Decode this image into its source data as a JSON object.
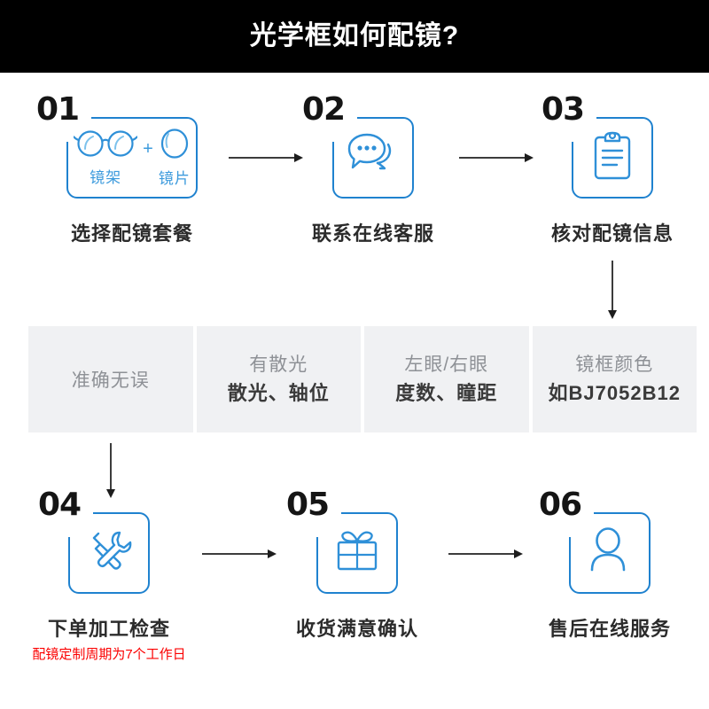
{
  "header": {
    "title": "光学框如何配镜?"
  },
  "colors": {
    "accent_blue": "#1f82cf",
    "light_blue": "#3d9bdd",
    "banner_bg": "#000000",
    "band_bg": "#f0f1f3",
    "note_red": "#fb0000",
    "caption_dark": "#2b2b2b",
    "band_label_gray": "#8e9196"
  },
  "steps": [
    {
      "number": "01",
      "caption": "选择配镜套餐",
      "icon": "glasses-and-lens-icon",
      "parts": [
        {
          "label": "镜架",
          "icon": "eyeglass-frame-icon"
        },
        {
          "label": "镜片",
          "icon": "lens-icon"
        }
      ],
      "plus": "+"
    },
    {
      "number": "02",
      "caption": "联系在线客服",
      "icon": "chat-bubble-icon"
    },
    {
      "number": "03",
      "caption": "核对配镜信息",
      "icon": "clipboard-icon"
    },
    {
      "number": "04",
      "caption": "下单加工检查",
      "icon": "tools-hammer-wrench-icon",
      "note": "配镜定制周期为7个工作日"
    },
    {
      "number": "05",
      "caption": "收货满意确认",
      "icon": "gift-box-icon"
    },
    {
      "number": "06",
      "caption": "售后在线服务",
      "icon": "user-person-icon"
    }
  ],
  "info_band": {
    "cells": [
      {
        "top": "准确无误",
        "bottom": ""
      },
      {
        "top": "有散光",
        "bottom": "散光、轴位"
      },
      {
        "top": "左眼/右眼",
        "bottom": "度数、瞳距"
      },
      {
        "top": "镜框颜色",
        "bottom": "如BJ7052B12"
      }
    ]
  },
  "connectors": [
    {
      "name": "arrow-step1-to-step2",
      "direction": "right"
    },
    {
      "name": "arrow-step2-to-step3",
      "direction": "right"
    },
    {
      "name": "arrow-step3-to-band",
      "direction": "down"
    },
    {
      "name": "arrow-band-to-step4",
      "direction": "down"
    },
    {
      "name": "arrow-step4-to-step5",
      "direction": "right"
    },
    {
      "name": "arrow-step5-to-step6",
      "direction": "right"
    }
  ]
}
